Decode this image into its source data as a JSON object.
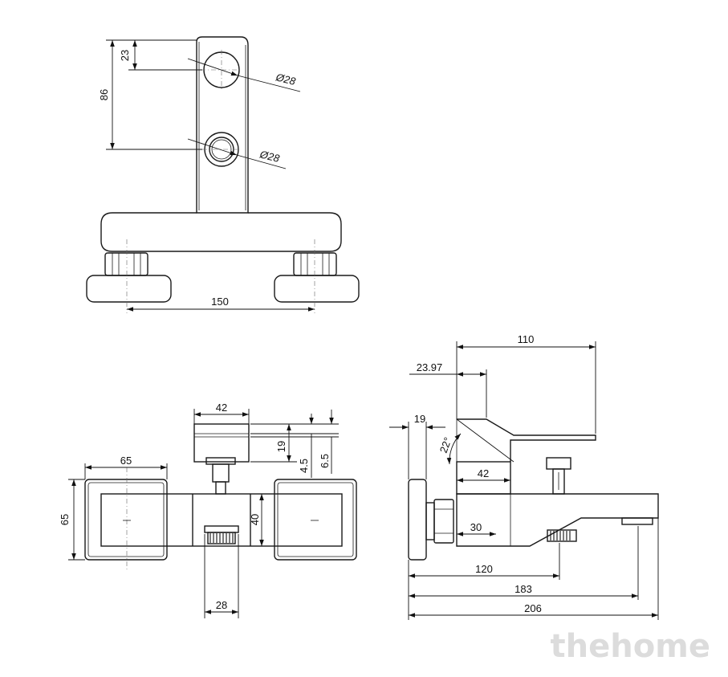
{
  "watermark": "thehome",
  "top_view": {
    "dim_outlet_offset": "23",
    "dim_outlet_spacing": "86",
    "dim_upper_diameter": "Ø28",
    "dim_lower_diameter": "Ø28",
    "dim_center_distance": "150"
  },
  "front_view": {
    "dim_plate_width": "65",
    "dim_plate_height": "65",
    "dim_handle_width": "42",
    "dim_handle_19": "19",
    "dim_handle_4_5": "4.5",
    "dim_handle_6_5": "6.5",
    "dim_body_height": "40",
    "dim_thread_width": "28"
  },
  "side_view": {
    "dim_lever_length": "110",
    "dim_lever_offset": "23.97",
    "dim_plate_depth": "19",
    "dim_angle": "22°",
    "dim_handle_base": "42",
    "dim_connector": "30",
    "dim_shower_outlet": "120",
    "dim_body_length": "183",
    "dim_total_length": "206"
  }
}
